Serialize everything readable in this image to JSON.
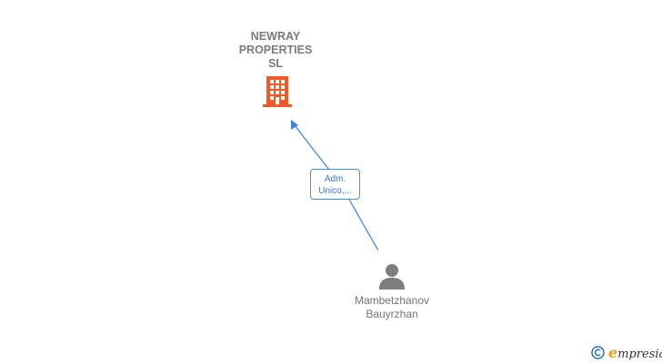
{
  "company": {
    "name_lines": [
      "NEWRAY",
      "PROPERTIES",
      "SL"
    ],
    "icon": "building-icon",
    "icon_color": "#f05a28"
  },
  "relation": {
    "label_lines": [
      "Adm.",
      "Unico,..."
    ],
    "line_color": "#3c82e0"
  },
  "person": {
    "name_lines": [
      "Mambetzhanov",
      "Bauyrzhan"
    ],
    "icon": "person-icon",
    "icon_color": "#7d7d7d"
  },
  "brand": {
    "copyright": "©",
    "name_initial": "e",
    "name_rest": "mpresia"
  }
}
